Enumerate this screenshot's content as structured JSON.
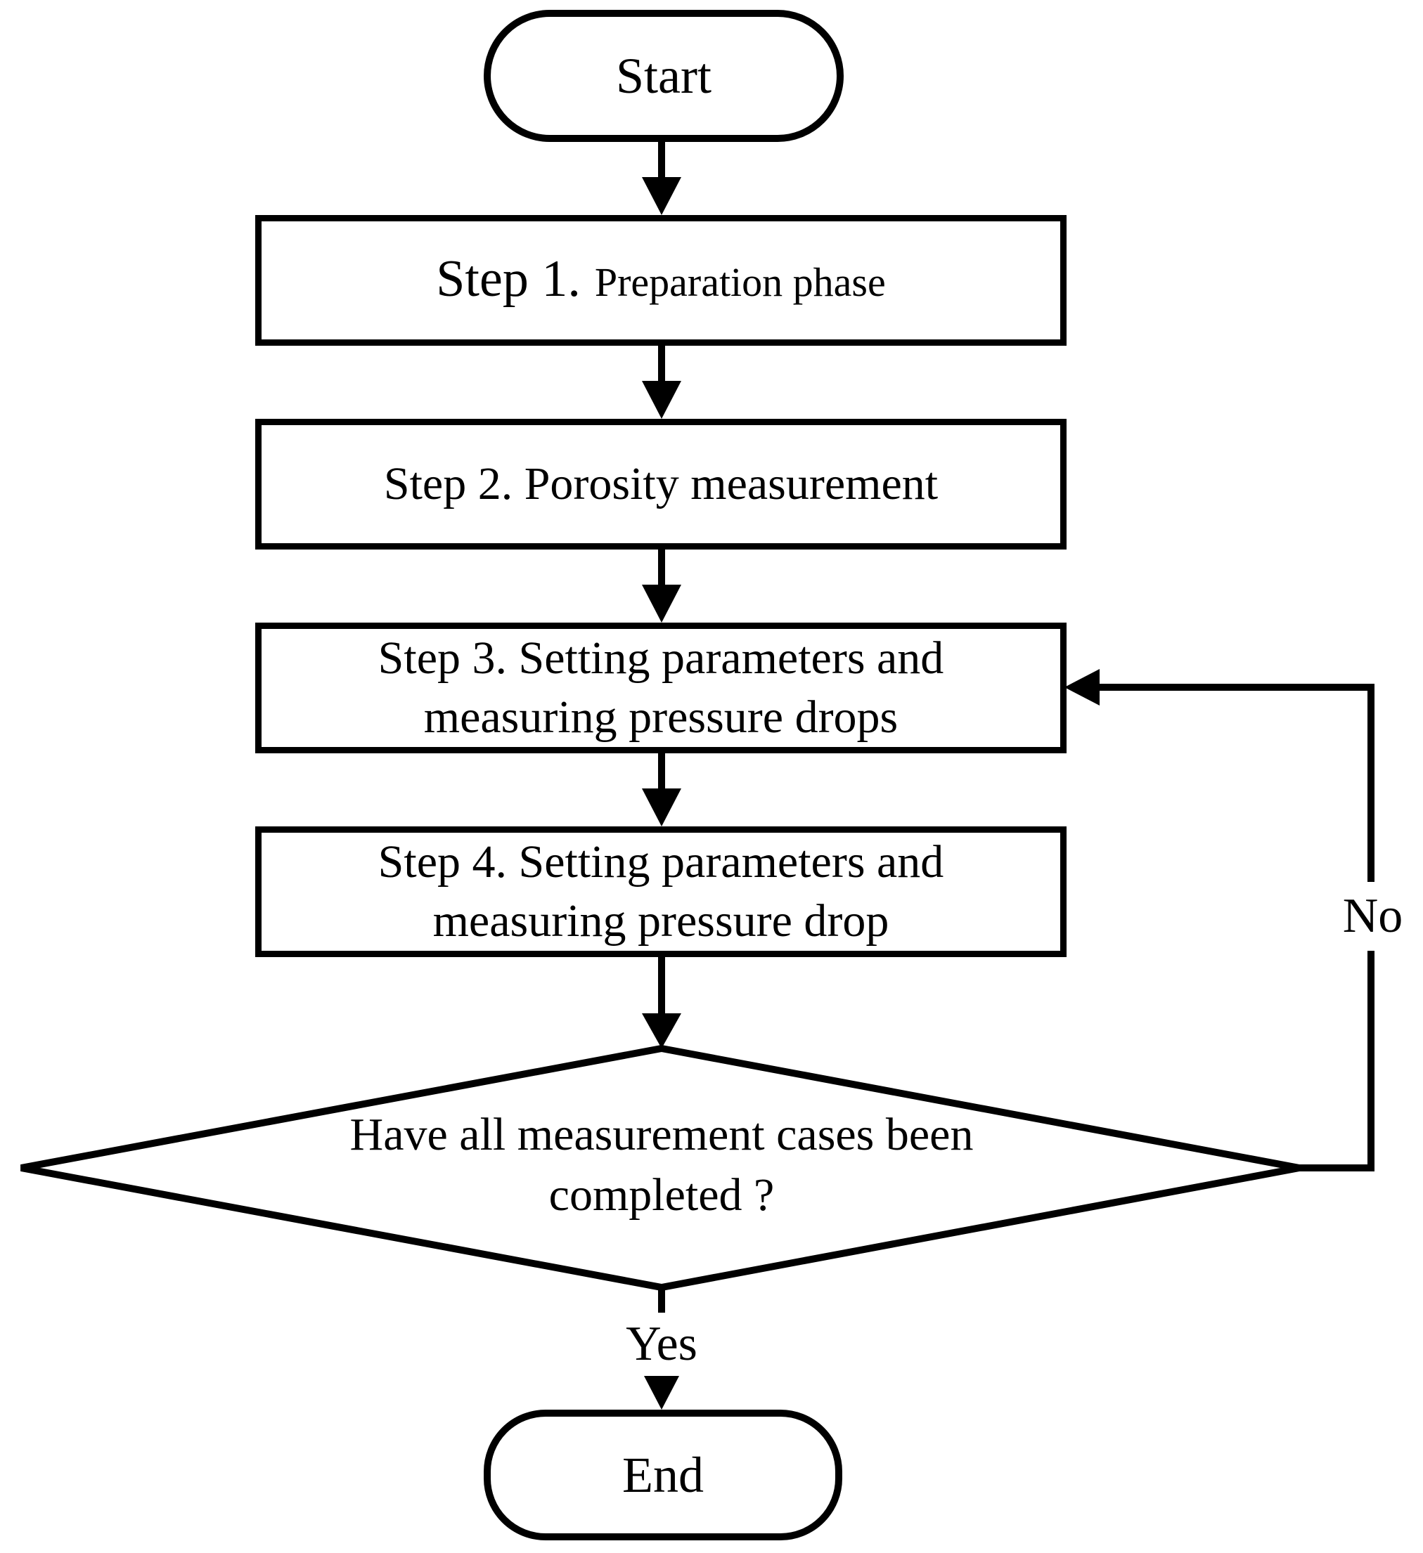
{
  "figure": {
    "background": "#ffffff",
    "stroke_color": "#000000",
    "nodes": {
      "start": {
        "label": "Start"
      },
      "step1": {
        "prefix": "Step 1.",
        "label": "Preparation phase"
      },
      "step2": {
        "label": "Step 2. Porosity measurement"
      },
      "step3": {
        "line1": "Step 3. Setting parameters and",
        "line2": "measuring pressure drops"
      },
      "step4": {
        "line1": "Step 4. Setting parameters and",
        "line2": "measuring pressure drop"
      },
      "decision": {
        "line1": "Have all measurement cases been",
        "line2": "completed ?"
      },
      "end": {
        "label": "End"
      }
    },
    "edge_labels": {
      "yes": "Yes",
      "no": "No"
    }
  }
}
